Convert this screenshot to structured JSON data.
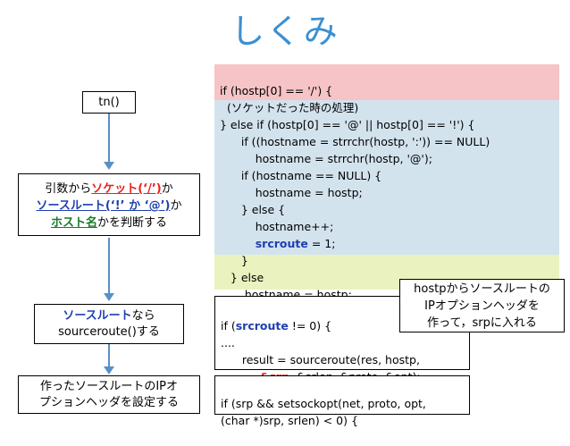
{
  "title": "しくみ",
  "flow": {
    "box1": "tn()",
    "box2": {
      "line1_a": "引数から",
      "line1_b": "ソケット(‘/’)",
      "line1_c": "か",
      "line2_a": "ソースルート(‘!’ か ‘@’)",
      "line2_b": "か",
      "line3_a": "ホスト名",
      "line3_b": "かを判断する"
    },
    "box3": {
      "line1_a": "ソースルート",
      "line1_b": "なら",
      "line2": "sourceroute()する"
    },
    "box4": {
      "line1": "作ったソースルートのIPオ",
      "line2": "プションヘッダを設定する"
    }
  },
  "code1": {
    "l1": "if (hostp[0] == '/') {",
    "l2": "  (ソケットだった時の処理)",
    "l3": "} else if (hostp[0] == '@' || hostp[0] == '!') {",
    "l4": "      if ((hostname = strrchr(hostp, ':')) == NULL)",
    "l5": "          hostname = strrchr(hostp, '@');",
    "l6": "      if (hostname == NULL) {",
    "l7": "          hostname = hostp;",
    "l8": "      } else {",
    "l9": "          hostname++;",
    "l10_var": "srcroute",
    "l10_rest": " = 1;",
    "l11": "      }",
    "l12": "   } else",
    "l13": "       hostname = hostp;"
  },
  "code2": {
    "l1_a": "if (",
    "l1_var": "srcroute",
    "l1_b": " != 0) {",
    "l2": "....",
    "l3": "      result = sourceroute(res, hostp,",
    "l4_var": "&srp",
    "l4_rest": ", &srlen, &proto, &opt);"
  },
  "code3": {
    "l1": "if (srp && setsockopt(net, proto, opt,",
    "l2": "(char *)srp, srlen) < 0) {"
  },
  "tooltip": {
    "l1": "hostpからソースルートの",
    "l2": "IPオプションヘッダを",
    "l3": "作って，srpに入れる"
  },
  "colors": {
    "title": "#3b8fd0",
    "code_top_bg": "#f6c4c6",
    "code_mid_bg": "#d3e3ee",
    "code_bottom_bg": "#eaf3c0",
    "highlight_red": "#e8211d",
    "highlight_blue": "#1f3fb0",
    "connector": "#5a8fc8"
  }
}
